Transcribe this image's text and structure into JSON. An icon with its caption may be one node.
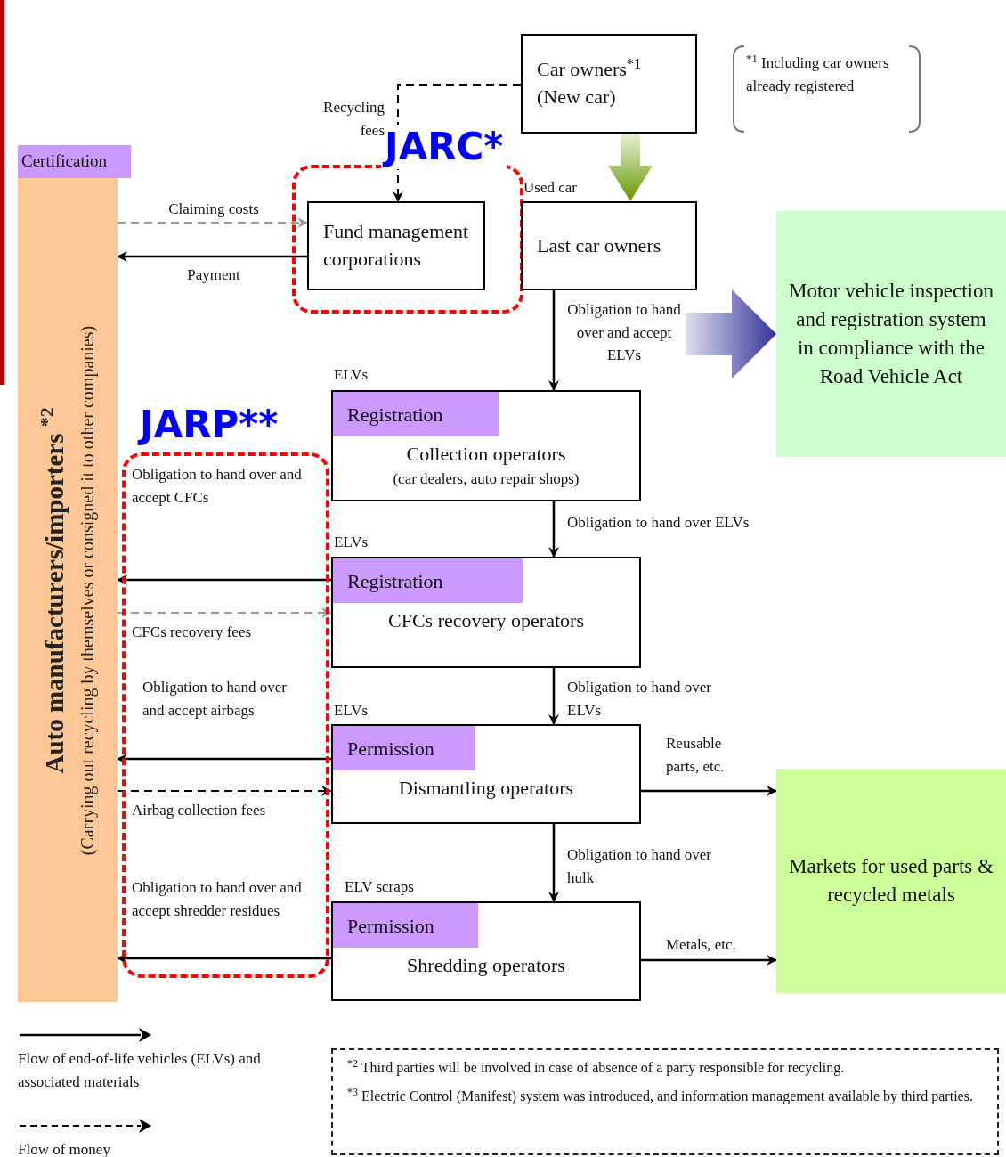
{
  "diagram": {
    "nodes": [
      {
        "text": [
          "Auto manufacturers/importers $^{*2}$",
          "(Carrying out recycling by themselves or consigned it to other companies)"
        ],
        "beside": [
          "Certification"
        ]
      },
      {
        "text": [
          "Car owners$^{*1}$ (New car)"
        ]
      },
      {
        "text": [
          "JARC*"
        ]
      },
      {
        "text": [
          "Fund management corporations"
        ],
        "in": 2
      },
      {
        "text": [
          "Last car owners"
        ]
      },
      {
        "text": [
          "Motor vehicle inspection and registration system in compliance with the Road Vehicle Act"
        ]
      },
      {
        "text": [
          "Registration",
          "Collection operators",
          "(car dealers, auto repair shops)"
        ]
      },
      {
        "text": [
          "Registration",
          "CFCs recovery operators"
        ]
      },
      {
        "text": [
          "Permission",
          "Dismantling operators"
        ]
      },
      {
        "text": [
          "Permission",
          "Shredding operators"
        ]
      },
      {
        "text": [
          "Markets for used parts & recycled metals"
        ]
      },
      {
        "text": [
          "$^{*2}$ Third parties will be involved in case of absence of a party responsible for recycling.",
          "$^{*3}$ Electric Control (Manifest) system was introduced, and information management available by third parties."
        ]
      }
    ],
    "edges": [
      {
        "from": 1,
        "to": 3,
        "arrow": "to",
        "label": "Recycling fees",
        "style": "dashed"
      },
      {
        "from": 1,
        "to": 4,
        "arrow": "to",
        "style": "thick",
        "color": "#669900"
      },
      {
        "from": 0,
        "to": 3,
        "arrow": "to",
        "label": "Claiming costs",
        "style": "dashed",
        "color": "#999999"
      },
      {
        "from": 3,
        "to": 0,
        "arrow": "to",
        "label": "Payment"
      },
      {
        "from": 4,
        "to": 6,
        "arrow": "to",
        "label": "Obligation to hand over and accept ELVs"
      },
      {
        "from": null,
        "to": 5,
        "arrow": "to",
        "style": "thick",
        "color": "#333399"
      },
      {
        "from": 6,
        "to": 7,
        "arrow": "to",
        "label": "Obligation to hand over ELVs"
      },
      {
        "from": 7,
        "to": 0,
        "arrow": "to",
        "label": "Obligation to hand over and accept CFCs"
      },
      {
        "from": 0,
        "to": 7,
        "arrow": "to",
        "label": "CFCs recovery fees",
        "style": "dashed",
        "color": "#999999"
      },
      {
        "from": 7,
        "to": 8,
        "arrow": "to",
        "label": "Obligation to hand over ELVs"
      },
      {
        "from": 8,
        "to": 0,
        "arrow": "to",
        "label": "Obligation to hand over and accept airbags"
      },
      {
        "from": 0,
        "to": 8,
        "arrow": "to",
        "label": "Airbag collection fees",
        "style": "dashed"
      },
      {
        "from": 8,
        "to": 10,
        "arrow": "to",
        "label": "Reusable parts, etc."
      },
      {
        "from": 8,
        "to": 9,
        "arrow": "to",
        "label": "Obligation to hand over hulk"
      },
      {
        "from": 9,
        "to": 0,
        "arrow": "to",
        "label": "Obligation to hand over and accept shredder residues"
      },
      {
        "from": 9,
        "to": 10,
        "arrow": "to",
        "label": "Metals, etc."
      }
    ],
    "labels": [
      "$^{*1}$ Including car owners already registered",
      "Used car",
      "ELVs",
      "JARP**",
      "ELVs",
      "ELVs",
      "ELV scraps"
    ],
    "legend": [
      {
        "text": "Flow of end-of-life vehicles (ELVs) and associated materials"
      },
      {
        "text": "Flow of money"
      }
    ]
  }
}
